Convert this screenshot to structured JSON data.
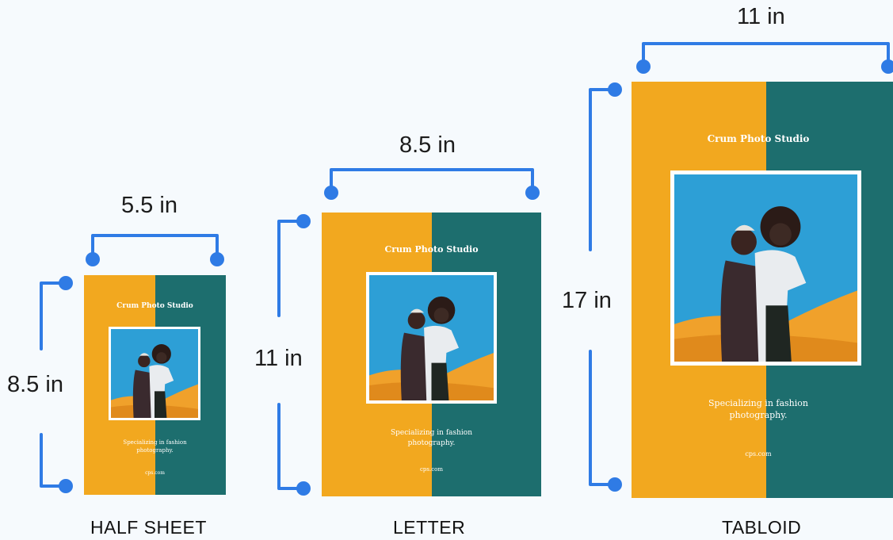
{
  "colors": {
    "accent": "#2f7be5",
    "mustard": "#f2a81f",
    "teal": "#1d6e6e",
    "sky": "#2d9fd6",
    "dune": "#f0a12b"
  },
  "sizes": [
    {
      "name": "HALF SHEET",
      "width_label": "5.5 in",
      "height_label": "8.5 in",
      "flyer": {
        "studio": "Crum Photo Studio",
        "tagline": "Specializing in fashion photography.",
        "site": "cps.com"
      }
    },
    {
      "name": "LETTER",
      "width_label": "8.5 in",
      "height_label": "11 in",
      "flyer": {
        "studio": "Crum Photo Studio",
        "tagline": "Specializing in fashion photography.",
        "site": "cps.com"
      }
    },
    {
      "name": "TABLOID",
      "width_label": "11 in",
      "height_label": "17 in",
      "flyer": {
        "studio": "Crum Photo Studio",
        "tagline": "Specializing in fashion photography.",
        "site": "cps.com"
      }
    }
  ]
}
